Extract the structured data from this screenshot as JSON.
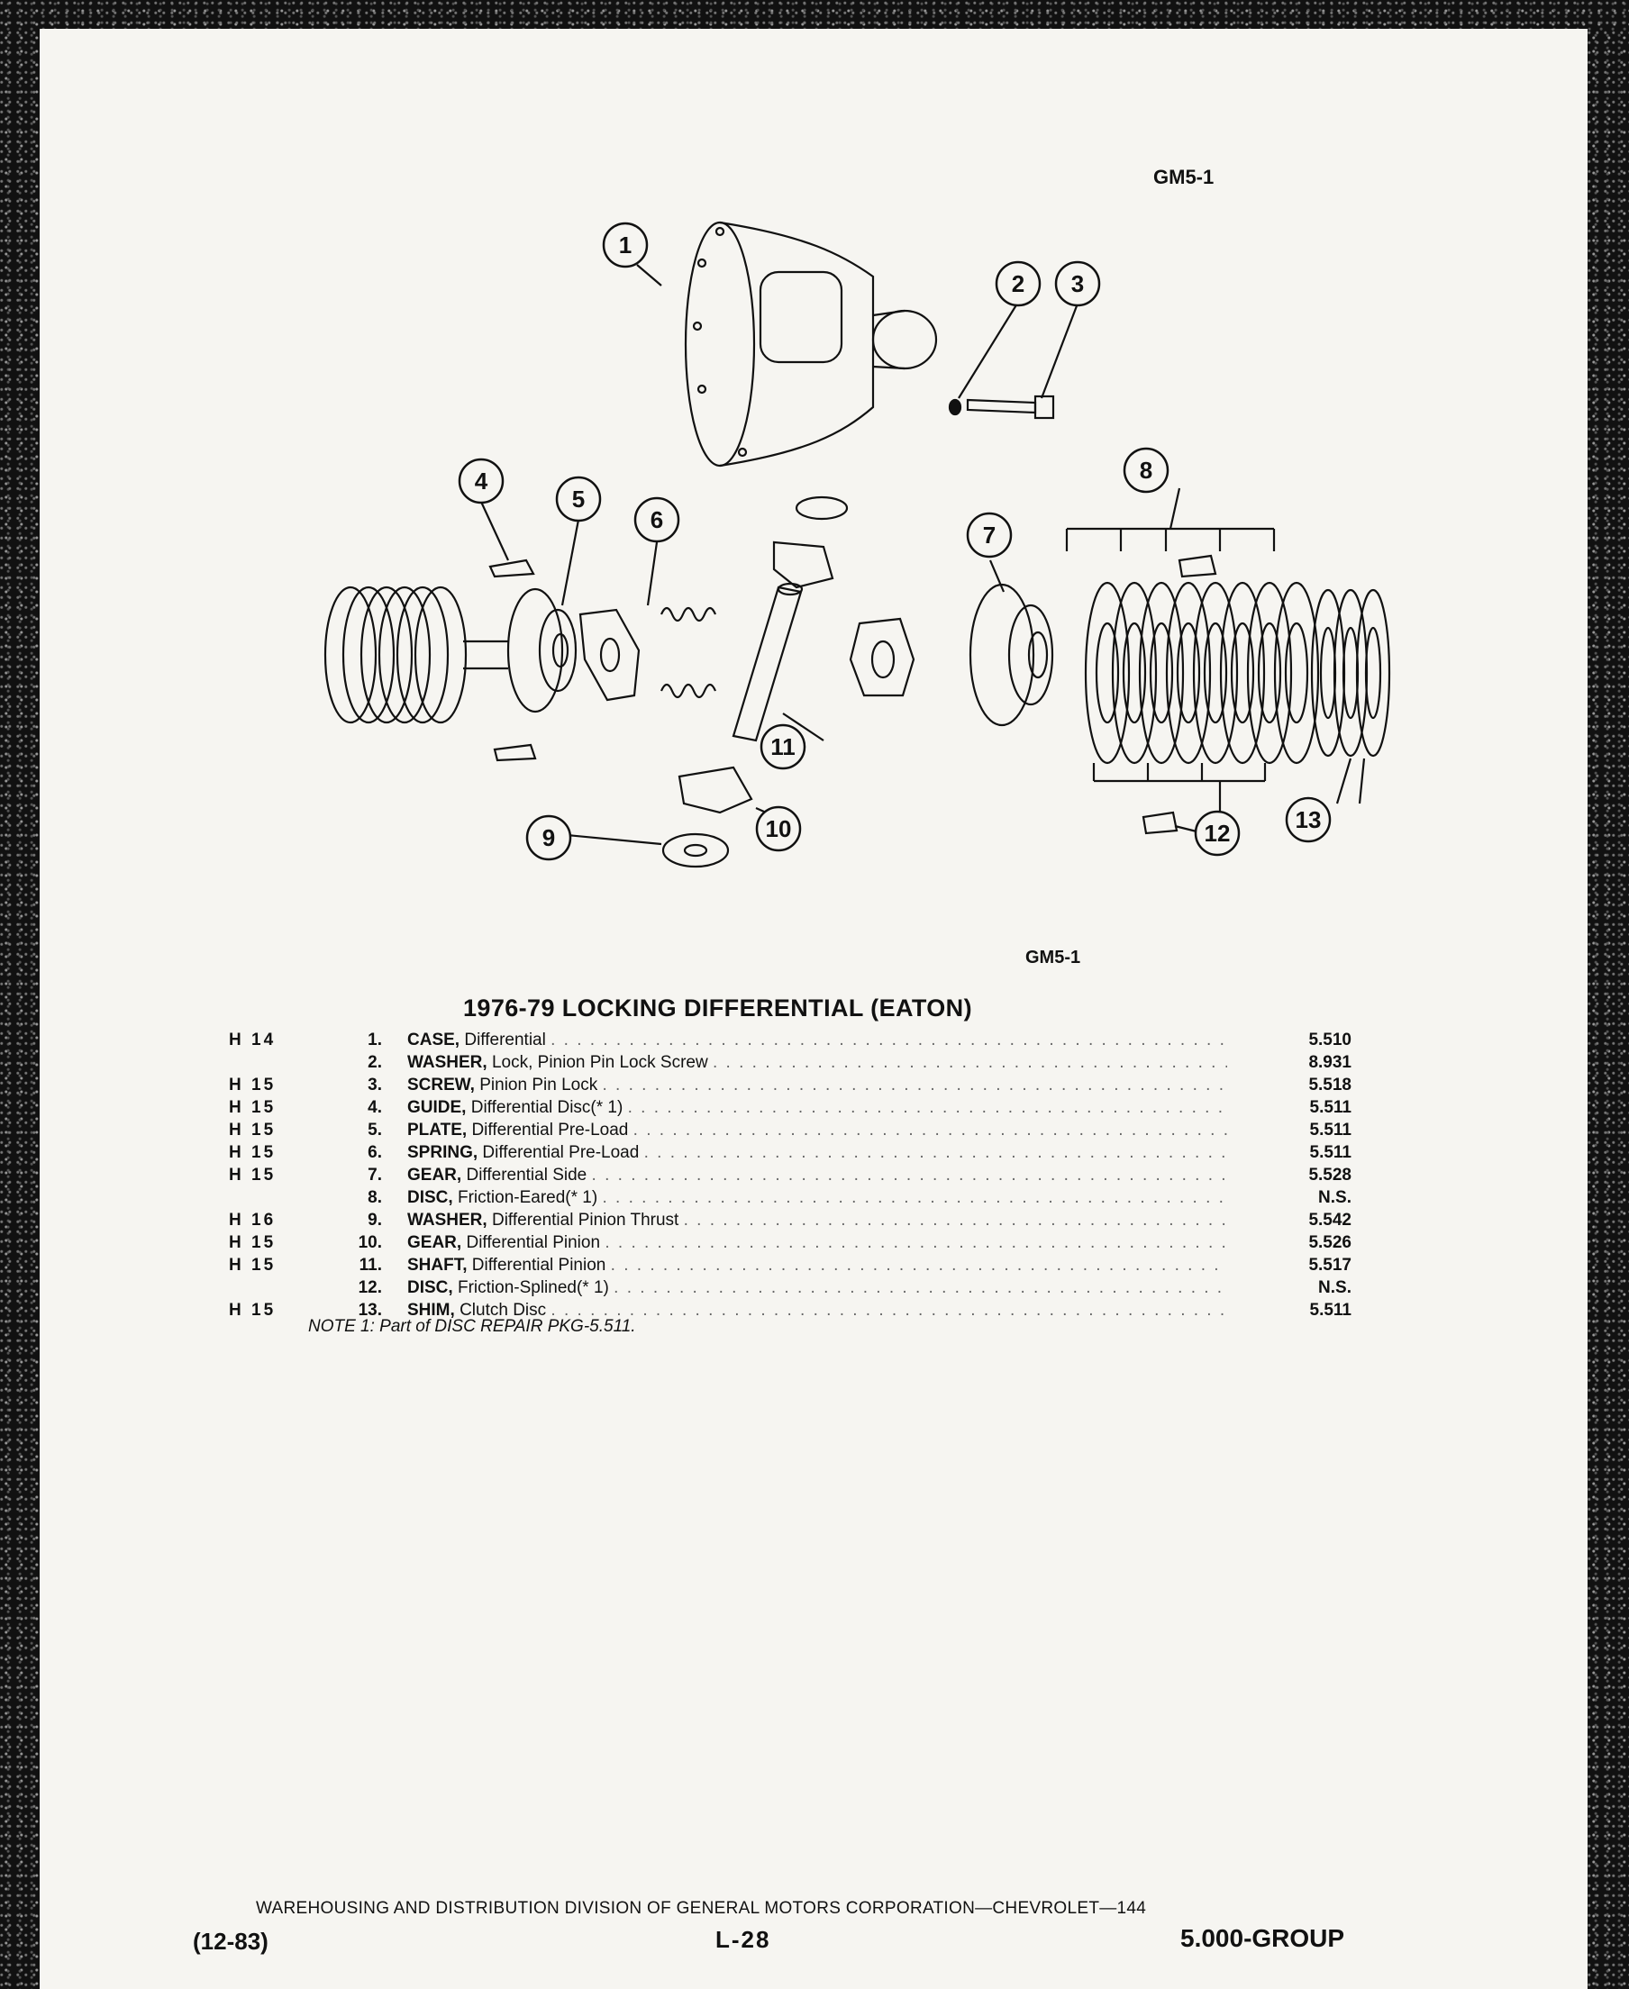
{
  "figure": {
    "code_top": "GM5-1",
    "code_bottom": "GM5-1",
    "callouts": [
      "1",
      "2",
      "3",
      "4",
      "5",
      "6",
      "7",
      "8",
      "9",
      "10",
      "11",
      "12",
      "13"
    ]
  },
  "title": "1976-79 LOCKING DIFFERENTIAL (EATON)",
  "parts": [
    {
      "h": "H 14",
      "num": "1.",
      "name": "CASE,",
      "desc": "Differential",
      "part": "5.510"
    },
    {
      "h": "",
      "num": "2.",
      "name": "WASHER,",
      "desc": "Lock, Pinion Pin Lock Screw",
      "part": "8.931"
    },
    {
      "h": "H 15",
      "num": "3.",
      "name": "SCREW,",
      "desc": "Pinion Pin Lock",
      "part": "5.518"
    },
    {
      "h": "H 15",
      "num": "4.",
      "name": "GUIDE,",
      "desc": "Differential Disc(* 1)",
      "part": "5.511"
    },
    {
      "h": "H 15",
      "num": "5.",
      "name": "PLATE,",
      "desc": "Differential Pre-Load",
      "part": "5.511"
    },
    {
      "h": "H 15",
      "num": "6.",
      "name": "SPRING,",
      "desc": "Differential Pre-Load",
      "part": "5.511"
    },
    {
      "h": "H 15",
      "num": "7.",
      "name": "GEAR,",
      "desc": "Differential Side",
      "part": "5.528"
    },
    {
      "h": "",
      "num": "8.",
      "name": "DISC,",
      "desc": "Friction-Eared(* 1)",
      "part": "N.S."
    },
    {
      "h": "H 16",
      "num": "9.",
      "name": "WASHER,",
      "desc": "Differential Pinion Thrust",
      "part": "5.542"
    },
    {
      "h": "H 15",
      "num": "10.",
      "name": "GEAR,",
      "desc": "Differential Pinion",
      "part": "5.526"
    },
    {
      "h": "H 15",
      "num": "11.",
      "name": "SHAFT,",
      "desc": "Differential Pinion",
      "part": "5.517"
    },
    {
      "h": "",
      "num": "12.",
      "name": "DISC,",
      "desc": "Friction-Splined(* 1)",
      "part": "N.S."
    },
    {
      "h": "H 15",
      "num": "13.",
      "name": "SHIM,",
      "desc": "Clutch Disc",
      "part": "5.511"
    }
  ],
  "note": "NOTE 1: Part of DISC REPAIR PKG-5.511.",
  "footer": {
    "division": "WAREHOUSING AND DISTRIBUTION DIVISION OF GENERAL MOTORS CORPORATION—CHEVROLET—144",
    "date": "(12-83)",
    "page": "L-28",
    "group": "5.000-GROUP"
  }
}
